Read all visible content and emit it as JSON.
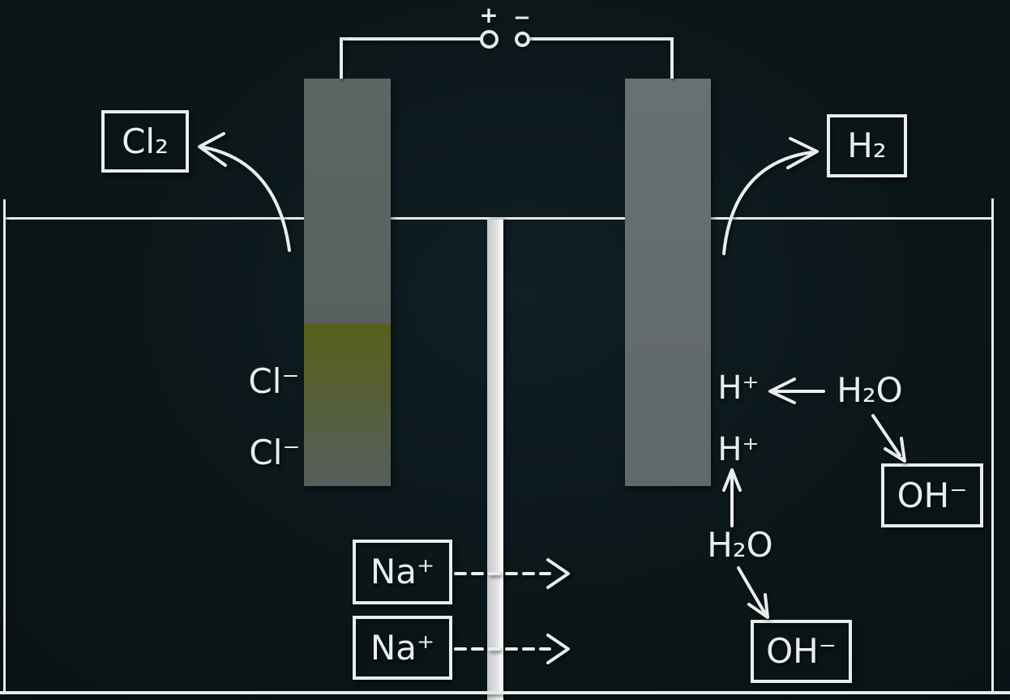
{
  "terminals": {
    "positive": "+",
    "negative": "−"
  },
  "anode_side": {
    "gas_label": "Cl₂",
    "ion_labels": [
      "Cl⁻",
      "Cl⁻"
    ],
    "sodium_labels": [
      "Na⁺",
      "Na⁺"
    ]
  },
  "cathode_side": {
    "gas_label": "H₂",
    "proton_labels": [
      "H⁺",
      "H⁺"
    ],
    "water_labels": [
      "H₂O",
      "H₂O"
    ],
    "hydroxide_labels": [
      "OH⁻",
      "OH⁻"
    ]
  },
  "arrows": [
    {
      "name": "cl2-gas-arrow",
      "style": "curved-solid"
    },
    {
      "name": "h2-gas-arrow",
      "style": "curved-solid"
    },
    {
      "name": "water-to-proton-arrow",
      "style": "straight-solid"
    },
    {
      "name": "water1-to-hydroxide1-arrow",
      "style": "straight-solid"
    },
    {
      "name": "proton-up-arrow",
      "style": "straight-solid"
    },
    {
      "name": "water2-to-hydroxide2-arrow",
      "style": "straight-solid"
    },
    {
      "name": "sodium-migration-arrow-1",
      "style": "dashed"
    },
    {
      "name": "sodium-migration-arrow-2",
      "style": "dashed"
    }
  ],
  "colors": {
    "background": "#0b1619",
    "line": "#e9edec",
    "electrode_left": "#596160",
    "electrode_right": "#646b6d",
    "membrane": "#dde0df"
  }
}
